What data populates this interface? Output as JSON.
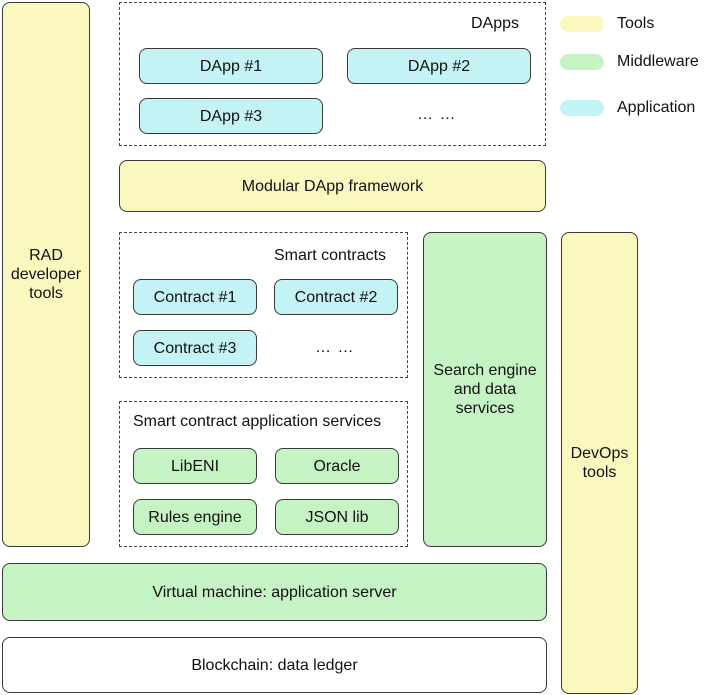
{
  "legend": {
    "tools": {
      "label": "Tools",
      "color": "#fbf8bf"
    },
    "middleware": {
      "label": "Middleware",
      "color": "#c6f3c3"
    },
    "application": {
      "label": "Application",
      "color": "#c4f3f6"
    }
  },
  "left_column": {
    "label": "RAD\ndeveloper\ntools"
  },
  "right_column": {
    "label": "DevOps\ntools"
  },
  "dapps": {
    "title": "DApps",
    "items": [
      "DApp #1",
      "DApp #2",
      "DApp #3"
    ],
    "more": "… …"
  },
  "framework": {
    "label": "Modular DApp framework"
  },
  "contracts": {
    "title": "Smart contracts",
    "items": [
      "Contract #1",
      "Contract #2",
      "Contract #3"
    ],
    "more": "… …"
  },
  "services": {
    "title": "Smart contract application services",
    "items": [
      "LibENI",
      "Oracle",
      "Rules engine",
      "JSON lib"
    ]
  },
  "search": {
    "label": "Search engine\nand data\nservices"
  },
  "vm": {
    "label": "Virtual machine: application server"
  },
  "blockchain": {
    "label": "Blockchain: data ledger"
  }
}
